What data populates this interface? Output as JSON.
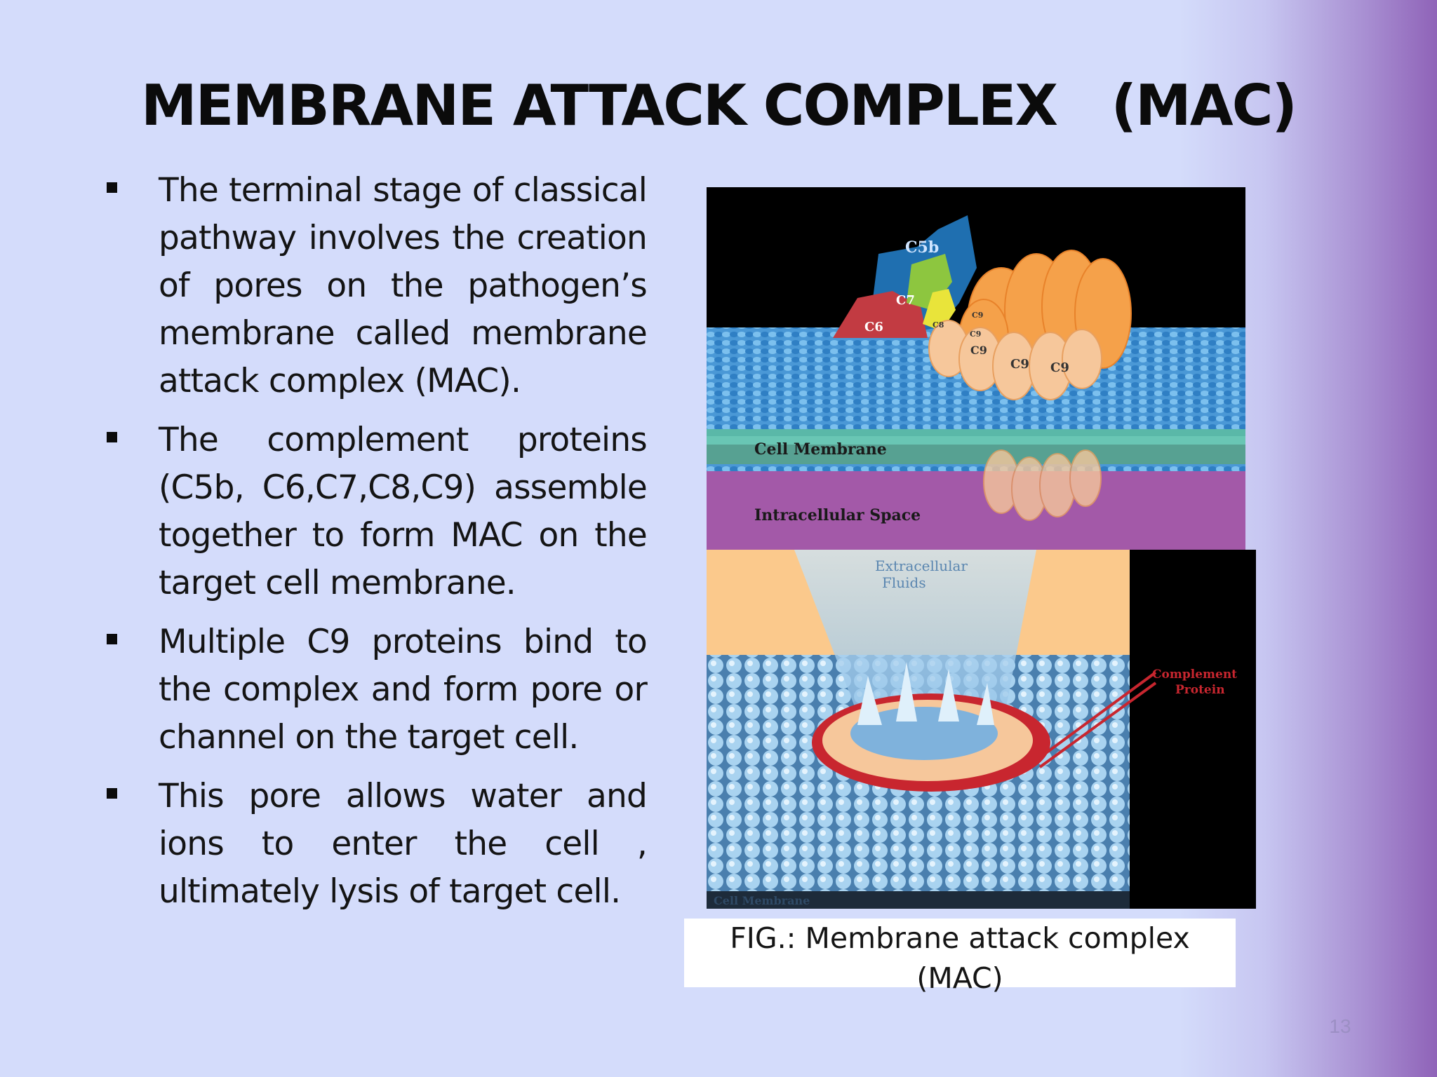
{
  "slide": {
    "title": "MEMBRANE ATTACK COMPLEX   (MAC)",
    "bullets": [
      "The terminal stage of classical pathway involves the creation of pores on the pathogen’s membrane called membrane attack complex (MAC).",
      "The complement proteins (C5b, C6,C7,C8,C9) assemble together to form MAC on the target cell membrane.",
      "Multiple C9 proteins bind to the complex and form pore or channel on the target cell.",
      "This pore allows water and ions to enter the cell , ultimately lysis of target cell."
    ],
    "caption": "FIG.: Membrane attack complex (MAC)",
    "page_number": "13"
  },
  "figure1": {
    "labels": {
      "c5b": "C5b",
      "c6": "C6",
      "c7": "C7",
      "c8": "C8",
      "c9": "C9",
      "cell_membrane": "Cell Membrane",
      "intracellular_space": "Intracellular Space"
    }
  },
  "figure2": {
    "labels": {
      "fluids_line1": "Extracellular",
      "fluids_line2": "Fluids",
      "complement_line1": "Complement",
      "complement_line2": "Protein",
      "cell_membrane": "Cell Membrane"
    }
  }
}
